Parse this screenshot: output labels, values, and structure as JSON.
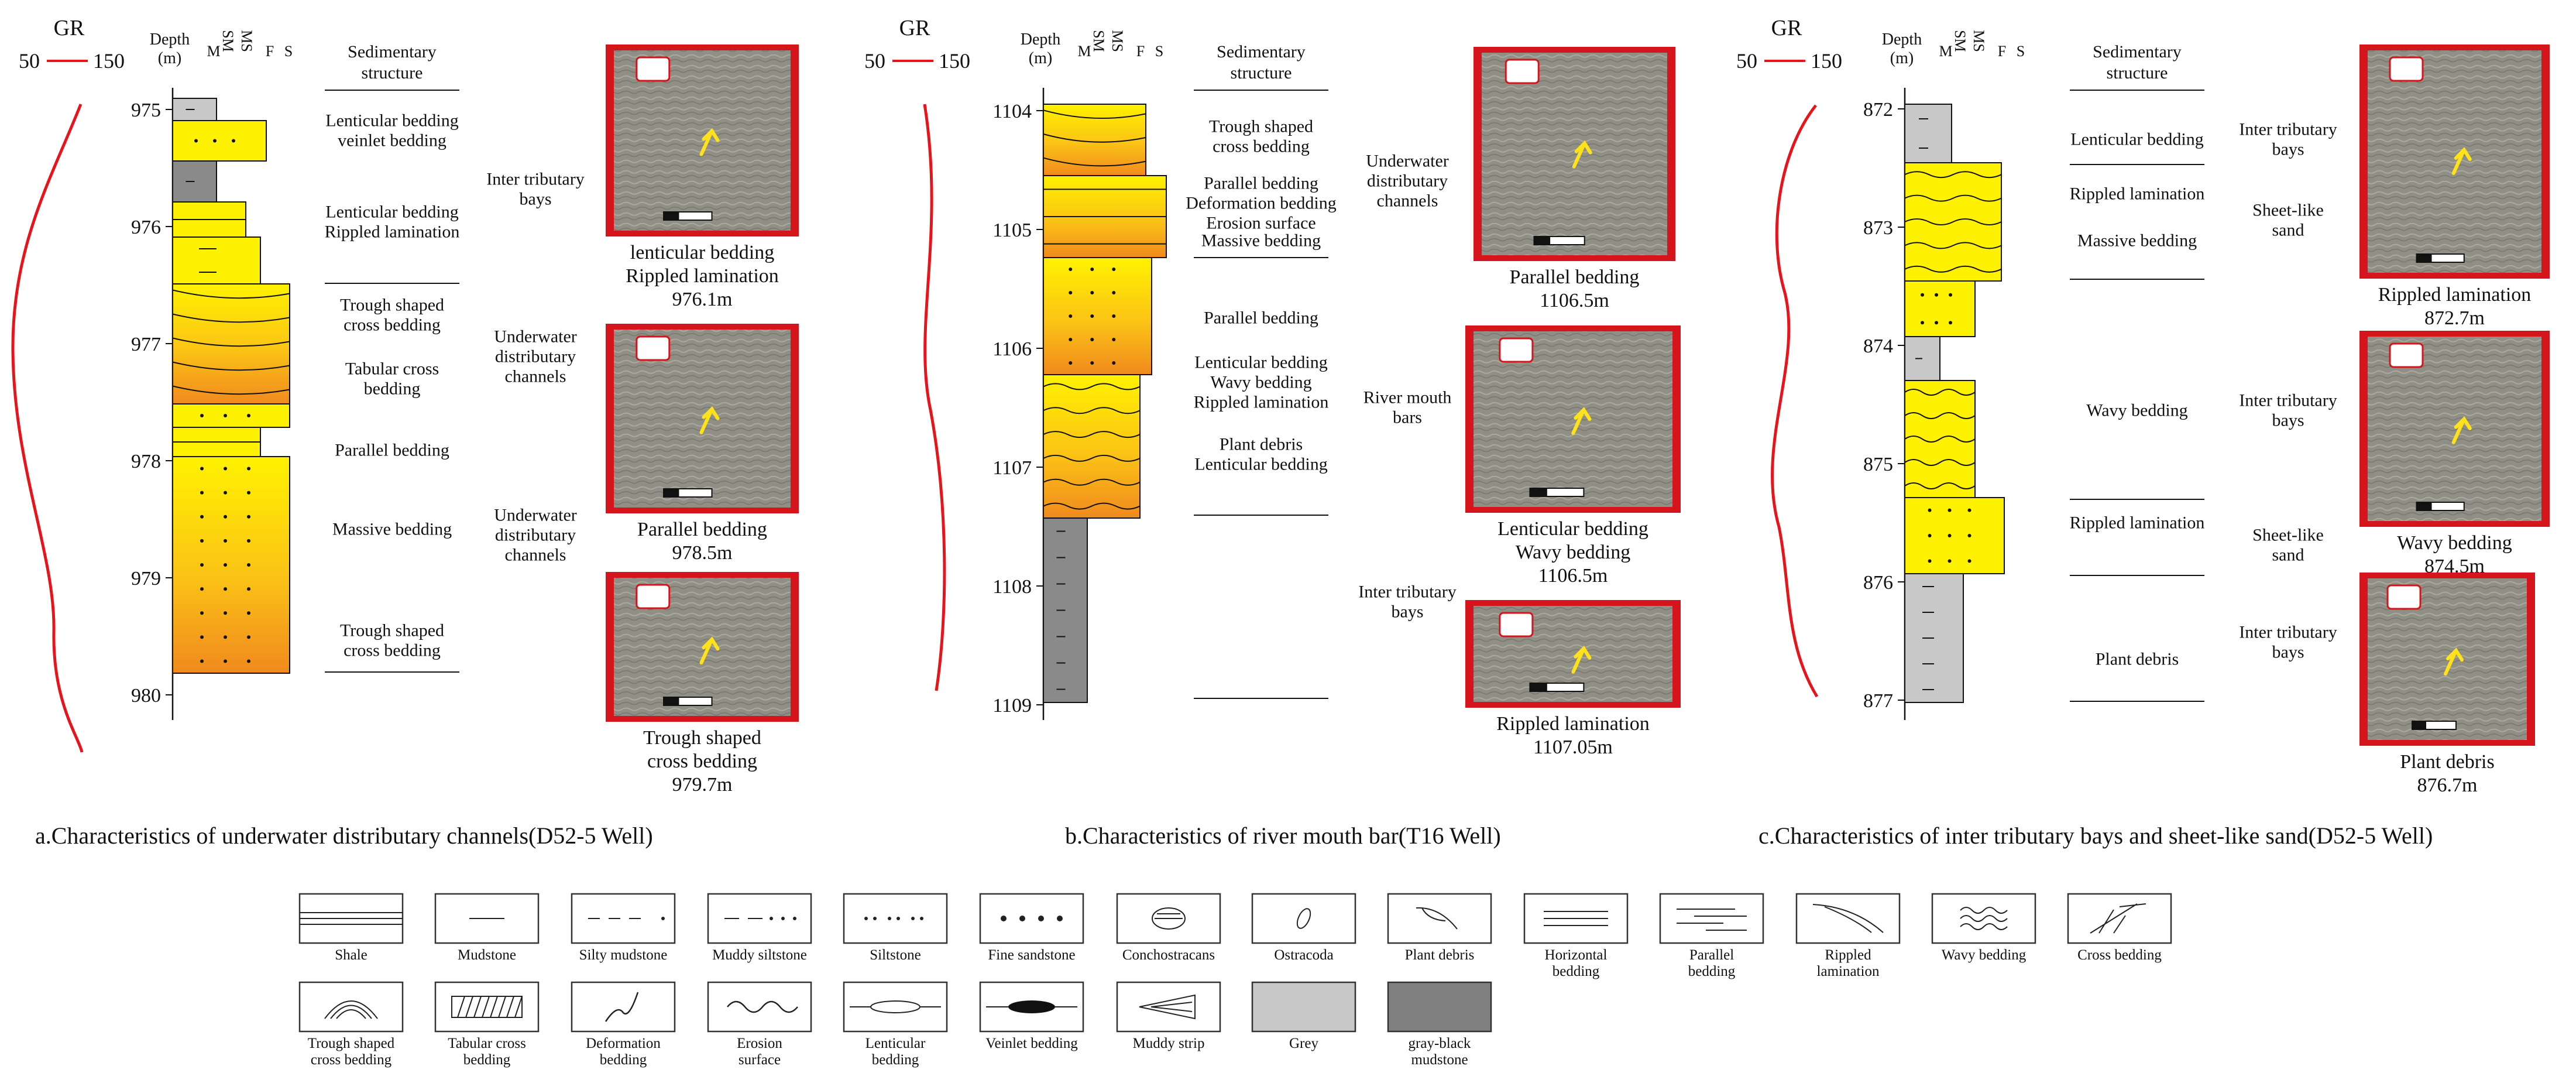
{
  "header": {
    "gr_label": "GR",
    "gr_min": "50",
    "gr_max": "150",
    "depth_label": "Depth",
    "depth_unit": "(m)",
    "grain_cols": [
      "M",
      "SM",
      "MS",
      "F",
      "S"
    ],
    "structure_header_1": "Sedimentary",
    "structure_header_2": "structure"
  },
  "colors": {
    "gr_curve": "#e8141b",
    "sand_yellow": "#fff200",
    "sand_orange": "#f08a1e",
    "grey": "#c8c8c8",
    "gray_black": "#8a8a8a",
    "photo_frame": "#d6141c",
    "arrow": "#ffe21a"
  },
  "panels": [
    {
      "id": "a",
      "caption": "a.Characteristics of underwater distributary channels(D52-5 Well)",
      "depth_ticks": [
        "975",
        "976",
        "977",
        "978",
        "979",
        "980"
      ],
      "structures": [
        [
          "Lenticular bedding",
          "veinlet bedding"
        ],
        [
          "Lenticular bedding",
          "Rippled lamination"
        ],
        [
          "Trough shaped",
          "cross bedding"
        ],
        [
          "Tabular cross",
          "bedding"
        ],
        [
          "Parallel bedding"
        ],
        [
          "Massive bedding"
        ],
        [
          "Trough shaped",
          "cross bedding"
        ]
      ],
      "facies": [
        [
          "Inter tributary",
          "bays"
        ],
        [
          "Underwater",
          "distributary",
          "channels"
        ],
        [
          "Underwater",
          "distributary",
          "channels"
        ]
      ],
      "photos": [
        [
          "lenticular bedding",
          "Rippled lamination",
          "976.1m"
        ],
        [
          "Parallel bedding",
          "978.5m"
        ],
        [
          "Trough shaped",
          "cross bedding",
          "979.7m"
        ]
      ]
    },
    {
      "id": "b",
      "caption": "b.Characteristics of river mouth bar(T16 Well)",
      "depth_ticks": [
        "1104",
        "1105",
        "1106",
        "1107",
        "1108",
        "1109"
      ],
      "structures": [
        [
          "Trough shaped",
          "cross bedding"
        ],
        [
          "Parallel bedding",
          "Deformation bedding",
          "Erosion surface"
        ],
        [
          "Massive bedding"
        ],
        [
          "Parallel bedding"
        ],
        [
          "Lenticular bedding",
          "Wavy bedding",
          "Rippled lamination"
        ],
        [
          "Plant debris",
          "Lenticular bedding"
        ]
      ],
      "facies": [
        [
          "Underwater",
          "distributary",
          "channels"
        ],
        [
          "River mouth",
          "bars"
        ],
        [
          "Inter tributary",
          "bays"
        ]
      ],
      "photos": [
        [
          "Parallel bedding",
          "1106.5m"
        ],
        [
          "Lenticular bedding",
          "Wavy bedding",
          "1106.5m"
        ],
        [
          "Rippled lamination",
          "1107.05m"
        ]
      ]
    },
    {
      "id": "c",
      "caption": "c.Characteristics of inter tributary bays and sheet-like sand(D52-5 Well)",
      "depth_ticks": [
        "872",
        "873",
        "874",
        "875",
        "876",
        "877"
      ],
      "structures": [
        [
          "Lenticular bedding"
        ],
        [
          "Rippled lamination"
        ],
        [
          "Massive bedding"
        ],
        [
          "Wavy bedding"
        ],
        [
          "Rippled lamination"
        ],
        [
          "Plant debris"
        ]
      ],
      "facies": [
        [
          "Inter tributary",
          "bays"
        ],
        [
          "Sheet-like",
          "sand"
        ],
        [
          "Inter tributary",
          "bays"
        ],
        [
          "Sheet-like",
          "sand"
        ],
        [
          "Inter tributary",
          "bays"
        ]
      ],
      "photos": [
        [
          "Rippled lamination",
          "872.7m"
        ],
        [
          "Wavy bedding",
          "874.5m"
        ],
        [
          "Plant debris",
          "876.7m"
        ]
      ]
    }
  ],
  "legend": [
    [
      "Shale"
    ],
    [
      "Mudstone"
    ],
    [
      "Silty mudstone"
    ],
    [
      "Muddy siltstone"
    ],
    [
      "Siltstone"
    ],
    [
      "Fine sandstone"
    ],
    [
      "Conchostracans"
    ],
    [
      "Ostracoda"
    ],
    [
      "Plant debris"
    ],
    [
      "Horizontal",
      "bedding"
    ],
    [
      "Parallel",
      "bedding"
    ],
    [
      "Rippled",
      "lamination"
    ],
    [
      "Wavy bedding"
    ],
    [
      "Cross bedding"
    ],
    [
      "Trough shaped",
      "cross bedding"
    ],
    [
      "Tabular cross",
      "bedding"
    ],
    [
      "Deformation",
      "bedding"
    ],
    [
      "Erosion",
      "surface"
    ],
    [
      "Lenticular",
      "bedding"
    ],
    [
      "Veinlet bedding"
    ],
    [
      "Muddy strip"
    ],
    [
      "Grey"
    ],
    [
      "gray-black",
      "mudstone"
    ]
  ]
}
